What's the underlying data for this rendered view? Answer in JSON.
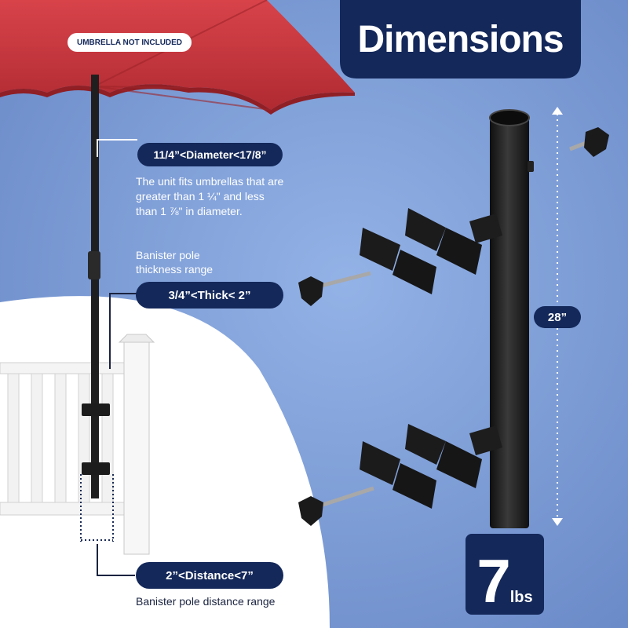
{
  "note_badge": "UMBRELLA NOT INCLUDED",
  "heading": "Dimensions",
  "diameter": {
    "label": "11/4”<Diameter<17/8”",
    "desc_lines": [
      "The unit fits umbrellas that are",
      "greater than 1 ¼\" and less",
      "than 1 ⅞\" in diameter."
    ]
  },
  "thickness": {
    "caption_lines": [
      "Banister pole",
      "thickness range"
    ],
    "label": "3/4”<Thick< 2”"
  },
  "distance": {
    "label": "2”<Distance<7”",
    "caption": "Banister pole distance range"
  },
  "length_label": "28”",
  "weight": {
    "value": "7",
    "unit": "lbs"
  },
  "colors": {
    "background": "#7a9cd8",
    "navy": "#14285a",
    "umbrella": "#c8343a",
    "railing": "#f4f4f4",
    "hardware": "#1c1c1c"
  }
}
